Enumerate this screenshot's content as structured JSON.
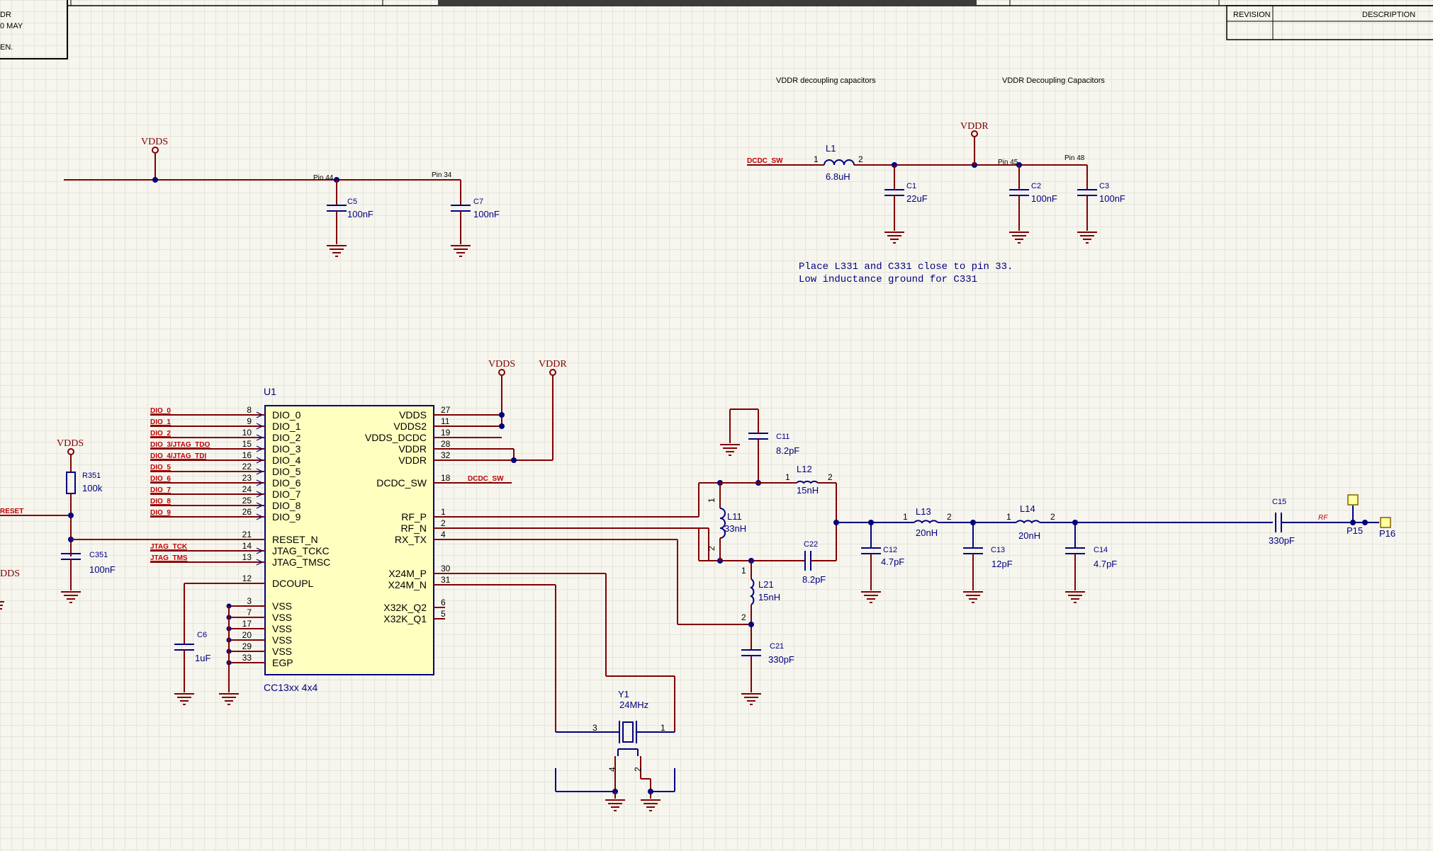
{
  "title_block": {
    "line1": "DR",
    "line2": "0 MAY",
    "line3": "EN.",
    "revision_header": "REVISION",
    "description_header": "DESCRIPTION"
  },
  "notes": {
    "vddr_decoupling_1": "VDDR decoupling capacitors",
    "vddr_decoupling_2": "VDDR Decoupling Capacitors",
    "placement_line1": "Place L331 and C331 close to pin 33.",
    "placement_line2": "Low inductance ground for C331"
  },
  "power_labels": {
    "vdds": "VDDS",
    "vddr": "VDDR",
    "vdds_u1": "VDDS",
    "vddr_u1": "VDDR",
    "vdds_reset": "VDDS",
    "vdds_left": "DDS"
  },
  "net_labels": {
    "dcdc_sw_top": "DCDC_SW",
    "dcdc_sw_u1": "DCDC_SW",
    "reset": "RESET",
    "rf": "RF",
    "pin44": "Pin 44",
    "pin34": "Pin 34",
    "pin45": "Pin 45",
    "pin48": "Pin 48"
  },
  "components": {
    "L1": {
      "ref": "L1",
      "value": "6.8uH"
    },
    "C1": {
      "ref": "C1",
      "value": "22uF"
    },
    "C2": {
      "ref": "C2",
      "value": "100nF"
    },
    "C3": {
      "ref": "C3",
      "value": "100nF"
    },
    "C5": {
      "ref": "C5",
      "value": "100nF"
    },
    "C7": {
      "ref": "C7",
      "value": "100nF"
    },
    "R351": {
      "ref": "R351",
      "value": "100k"
    },
    "C351": {
      "ref": "C351",
      "value": "100nF"
    },
    "C6": {
      "ref": "C6",
      "value": "1uF"
    },
    "C11": {
      "ref": "C11",
      "value": "8.2pF"
    },
    "L12": {
      "ref": "L12",
      "value": "15nH"
    },
    "L11": {
      "ref": "L11",
      "value": "33nH"
    },
    "C22": {
      "ref": "C22",
      "value": "8.2pF"
    },
    "L21": {
      "ref": "L21",
      "value": "15nH"
    },
    "C21": {
      "ref": "C21",
      "value": "330pF"
    },
    "L13": {
      "ref": "L13",
      "value": "20nH"
    },
    "L14": {
      "ref": "L14",
      "value": "20nH"
    },
    "C12": {
      "ref": "C12",
      "value": "4.7pF"
    },
    "C13": {
      "ref": "C13",
      "value": "12pF"
    },
    "C14": {
      "ref": "C14",
      "value": "4.7pF"
    },
    "C15": {
      "ref": "C15",
      "value": "330pF"
    },
    "Y1": {
      "ref": "Y1",
      "value": "24MHz"
    },
    "P15": {
      "ref": "P15"
    },
    "P16": {
      "ref": "P16"
    }
  },
  "u1": {
    "ref": "U1",
    "part": "CC13xx 4x4",
    "left_pins": [
      {
        "num": "8",
        "name": "DIO_0",
        "net": "DIO_0"
      },
      {
        "num": "9",
        "name": "DIO_1",
        "net": "DIO_1"
      },
      {
        "num": "10",
        "name": "DIO_2",
        "net": "DIO_2"
      },
      {
        "num": "15",
        "name": "DIO_3",
        "net": "DIO_3/JTAG_TDO"
      },
      {
        "num": "16",
        "name": "DIO_4",
        "net": "DIO_4/JTAG_TDI"
      },
      {
        "num": "22",
        "name": "DIO_5",
        "net": "DIO_5"
      },
      {
        "num": "23",
        "name": "DIO_6",
        "net": "DIO_6"
      },
      {
        "num": "24",
        "name": "DIO_7",
        "net": "DIO_7"
      },
      {
        "num": "25",
        "name": "DIO_8",
        "net": "DIO_8"
      },
      {
        "num": "26",
        "name": "DIO_9",
        "net": "DIO_9"
      },
      {
        "num": "21",
        "name": "RESET_N",
        "net": ""
      },
      {
        "num": "14",
        "name": "JTAG_TCKC",
        "net": "JTAG_TCK"
      },
      {
        "num": "13",
        "name": "JTAG_TMSC",
        "net": "JTAG_TMS"
      },
      {
        "num": "12",
        "name": "DCOUPL",
        "net": ""
      },
      {
        "num": "3",
        "name": "VSS",
        "net": ""
      },
      {
        "num": "7",
        "name": "VSS",
        "net": ""
      },
      {
        "num": "17",
        "name": "VSS",
        "net": ""
      },
      {
        "num": "20",
        "name": "VSS",
        "net": ""
      },
      {
        "num": "29",
        "name": "VSS",
        "net": ""
      },
      {
        "num": "33",
        "name": "EGP",
        "net": ""
      }
    ],
    "right_pins": [
      {
        "num": "27",
        "name": "VDDS"
      },
      {
        "num": "11",
        "name": "VDDS2"
      },
      {
        "num": "19",
        "name": "VDDS_DCDC"
      },
      {
        "num": "28",
        "name": "VDDR"
      },
      {
        "num": "32",
        "name": "VDDR"
      },
      {
        "num": "18",
        "name": "DCDC_SW"
      },
      {
        "num": "1",
        "name": "RF_P"
      },
      {
        "num": "2",
        "name": "RF_N"
      },
      {
        "num": "4",
        "name": "RX_TX"
      },
      {
        "num": "30",
        "name": "X24M_P"
      },
      {
        "num": "31",
        "name": "X24M_N"
      },
      {
        "num": "6",
        "name": "X32K_Q2"
      },
      {
        "num": "5",
        "name": "X32K_Q1"
      }
    ]
  },
  "pin_numbers": {
    "n1": "1",
    "n2": "2",
    "n3": "3",
    "n4": "4"
  },
  "colors": {
    "background": "#f6f5ee",
    "wire": "#000080",
    "power": "#800000",
    "net_label": "#c00000",
    "ic_fill": "#ffffc0"
  }
}
